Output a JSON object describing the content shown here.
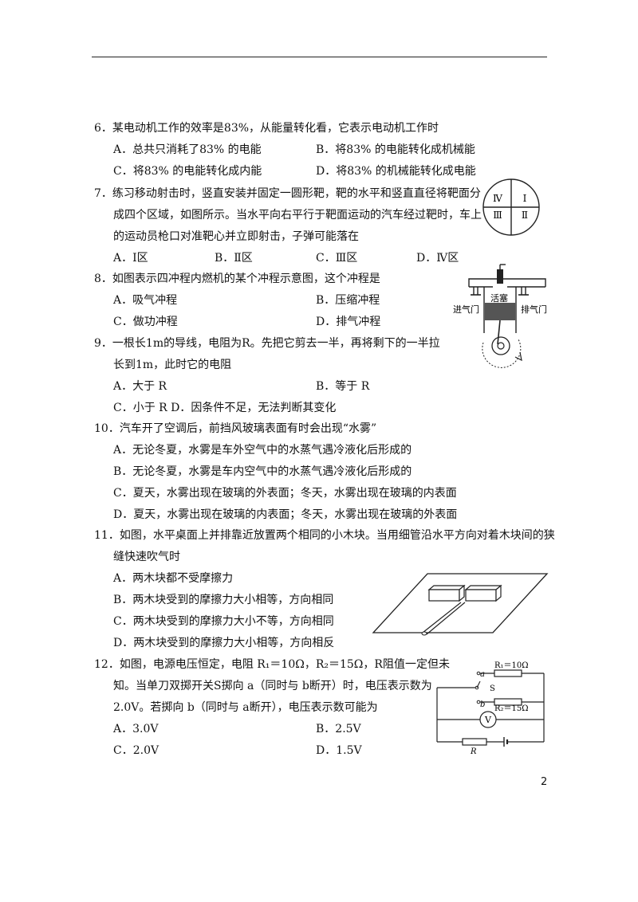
{
  "page_number": "2",
  "q6": {
    "stem": "6．某电动机工作的效率是83%，从能量转化看，它表示电动机工作时",
    "A": "A．总共只消耗了83% 的电能",
    "B": "B．将83% 的电能转化成机械能",
    "C": "C．将83% 的电能转化成内能",
    "D": "D．将83% 的机械能转化成电能"
  },
  "q7": {
    "stem1": "7．练习移动射击时，竖直安装并固定一圆形靶，靶的水平和竖直直径将靶面分",
    "stem2": "成四个区域，如图所示。当水平向右平行于靶面运动的汽车经过靶时，车上",
    "stem3": "的运动员枪口对准靶心并立即射击，子弹可能落在",
    "A": "A．Ⅰ区",
    "B": "B．Ⅱ区",
    "C": "C．Ⅲ区",
    "D": "D．Ⅳ区",
    "fig": {
      "q1": "Ⅰ",
      "q2": "Ⅱ",
      "q3": "Ⅲ",
      "q4": "Ⅳ"
    }
  },
  "q8": {
    "stem": "8．如图表示四冲程内燃机的某个冲程示意图，这个冲程是",
    "A": "A．吸气冲程",
    "B": "B．压缩冲程",
    "C": "C．做功冲程",
    "D": "D．排气冲程",
    "fig": {
      "intake": "进气门",
      "piston": "活塞",
      "exhaust": "排气门"
    }
  },
  "q9": {
    "stem1": "9．一根长1m的导线，电阻为R。先把它剪去一半，再将剩下的一半拉",
    "stem2": "长到1m，此时它的电阻",
    "A": "A．大于 R",
    "B": "B．等于 R",
    "CD": "C．小于 R D．因条件不足，无法判断其变化"
  },
  "q10": {
    "stem": "10．汽车开了空调后，前挡风玻璃表面有时会出现“水雾”",
    "A": "A．无论冬夏，水雾是车外空气中的水蒸气遇冷液化后形成的",
    "B": "B．无论冬夏，水雾是车内空气中的水蒸气遇冷液化后形成的",
    "C": "C．夏天，水雾出现在玻璃的外表面；冬天，水雾出现在玻璃的内表面",
    "D": "D．夏天，水雾出现在玻璃的内表面；冬天，水雾出现在玻璃的外表面"
  },
  "q11": {
    "stem1": "11．如图，水平桌面上并排靠近放置两个相同的小木块。当用细管沿水平方向对着木块间的狭",
    "stem2": "缝快速吹气时",
    "A": "A．两木块都不受摩擦力",
    "B": "B．两木块受到的摩擦力大小相等，方向相同",
    "C": "C．两木块受到的摩擦力大小不等，方向相同",
    "D": "D．两木块受到的摩擦力大小相等，方向相反"
  },
  "q12": {
    "stem1": "12．如图，电源电压恒定，电阻 R₁＝10Ω，R₂＝15Ω，R阻值一定但未",
    "stem2": "知。当单刀双掷开关S掷向 a（同时与 b断开）时，电压表示数为",
    "stem3": "2.0V。若掷向 b（同时与 a断开），电压表示数可能为",
    "A": "A．3.0V",
    "B": "B．2.5V",
    "C": "C．2.0V",
    "D": "D．1.5V",
    "fig": {
      "r1": "R₁＝10Ω",
      "r2": "R₂＝15Ω",
      "a": "a",
      "b": "b",
      "s": "S",
      "v": "V",
      "r": "R"
    }
  }
}
